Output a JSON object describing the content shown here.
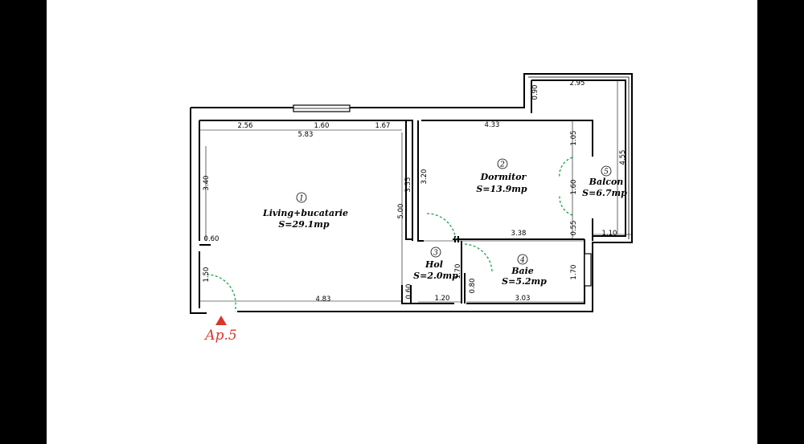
{
  "rooms": [
    {
      "num": "1",
      "name": "Living+bucatarie",
      "area": "S=29.1mp"
    },
    {
      "num": "2",
      "name": "Dormitor",
      "area": "S=13.9mp"
    },
    {
      "num": "3",
      "name": "Hol",
      "area": "S=2.0mp"
    },
    {
      "num": "4",
      "name": "Baie",
      "area": "S=5.2mp"
    },
    {
      "num": "5",
      "name": "Balcon",
      "area": "S=6.7mp"
    }
  ],
  "dims": {
    "living_top_left": "2.56",
    "living_window": "1.60",
    "living_top_right": "1.67",
    "living_width": "5.83",
    "living_left_h": "3.40",
    "living_notch": "0.60",
    "living_door_h": "1.50",
    "living_bottom": "4.83",
    "living_right_h": "3.55",
    "living_depth": "5.00",
    "hol_bottom_h": "0.60",
    "dorm_width": "4.33",
    "dorm_left_h": "3.20",
    "dorm_right_top": "1.05",
    "dorm_door": "1.60",
    "dorm_right_bottom": "0.55",
    "baie_top": "3.38",
    "hol_door_h": "1.70",
    "hol_width": "1.20",
    "baie_left_h": "0.80",
    "baie_bottom": "3.03",
    "baie_right_h": "1.70",
    "balcon_top": "2.95",
    "balcon_top_left": "0.90",
    "balcon_right": "4.55",
    "balcon_bottom": "1.10"
  },
  "apartment_label": "Ap.5",
  "colors": {
    "door": "#1aa34a",
    "label": "#d9362b",
    "wall": "#000000"
  }
}
